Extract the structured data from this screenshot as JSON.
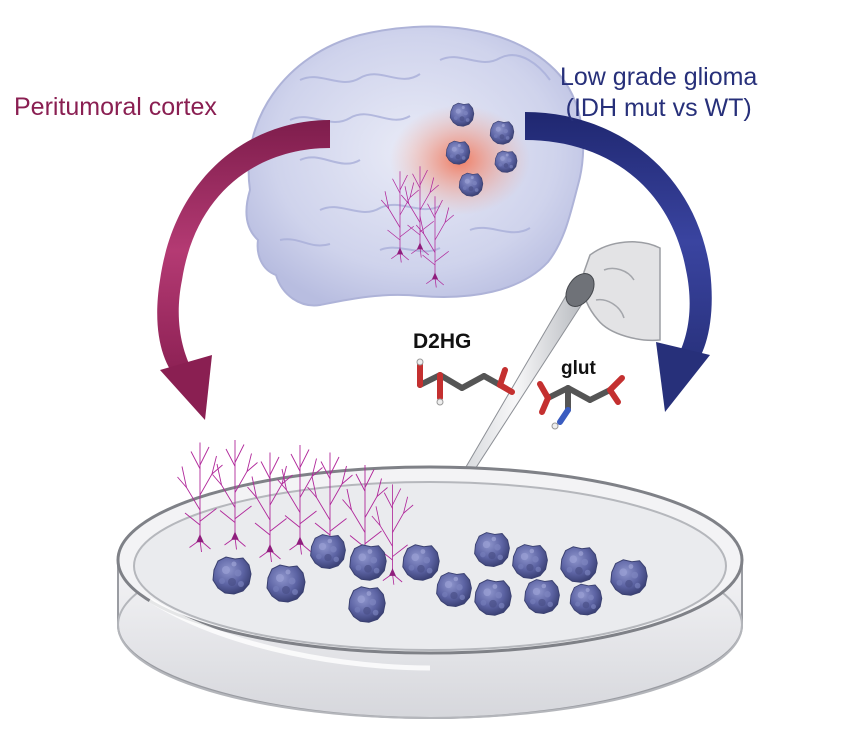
{
  "labels": {
    "peritumoral": "Peritumoral cortex",
    "glioma_line1": "Low grade glioma",
    "glioma_line2": "(IDH mut vs WT)",
    "d2hg": "D2HG",
    "glut": "glut"
  },
  "colors": {
    "peritumoral_arrow": "#8a1f52",
    "glioma_arrow": "#27307a",
    "neuron": "#b0279a",
    "tumor_cell": "#5f66a6",
    "tumor_glow": "#f07a5a",
    "brain": "#c9cdea"
  },
  "icons": [
    "brain-icon",
    "neuron-icon",
    "tumor-cell-icon",
    "molecule-icon",
    "pipette-icon",
    "hand-icon",
    "petri-dish-icon"
  ]
}
